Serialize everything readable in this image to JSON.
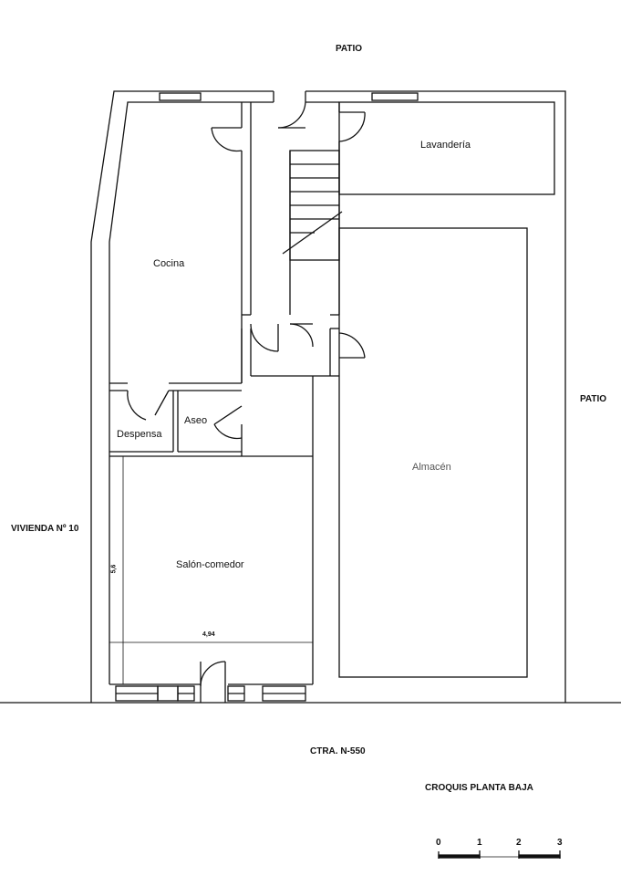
{
  "labels": {
    "top_patio": "PATIO",
    "right_patio": "PATIO",
    "neighbor": "VIVIENDA Nº 10",
    "road": "CTRA. N-550",
    "title": "CROQUIS PLANTA BAJA"
  },
  "rooms": {
    "lavanderia": "Lavandería",
    "cocina": "Cocina",
    "despensa": "Despensa",
    "aseo": "Aseo",
    "almacen": "Almacén",
    "salon": "Salón-comedor"
  },
  "dimensions": {
    "height": "5,6",
    "width": "4,94"
  },
  "scale": {
    "ticks": [
      "0",
      "1",
      "2",
      "3"
    ]
  }
}
